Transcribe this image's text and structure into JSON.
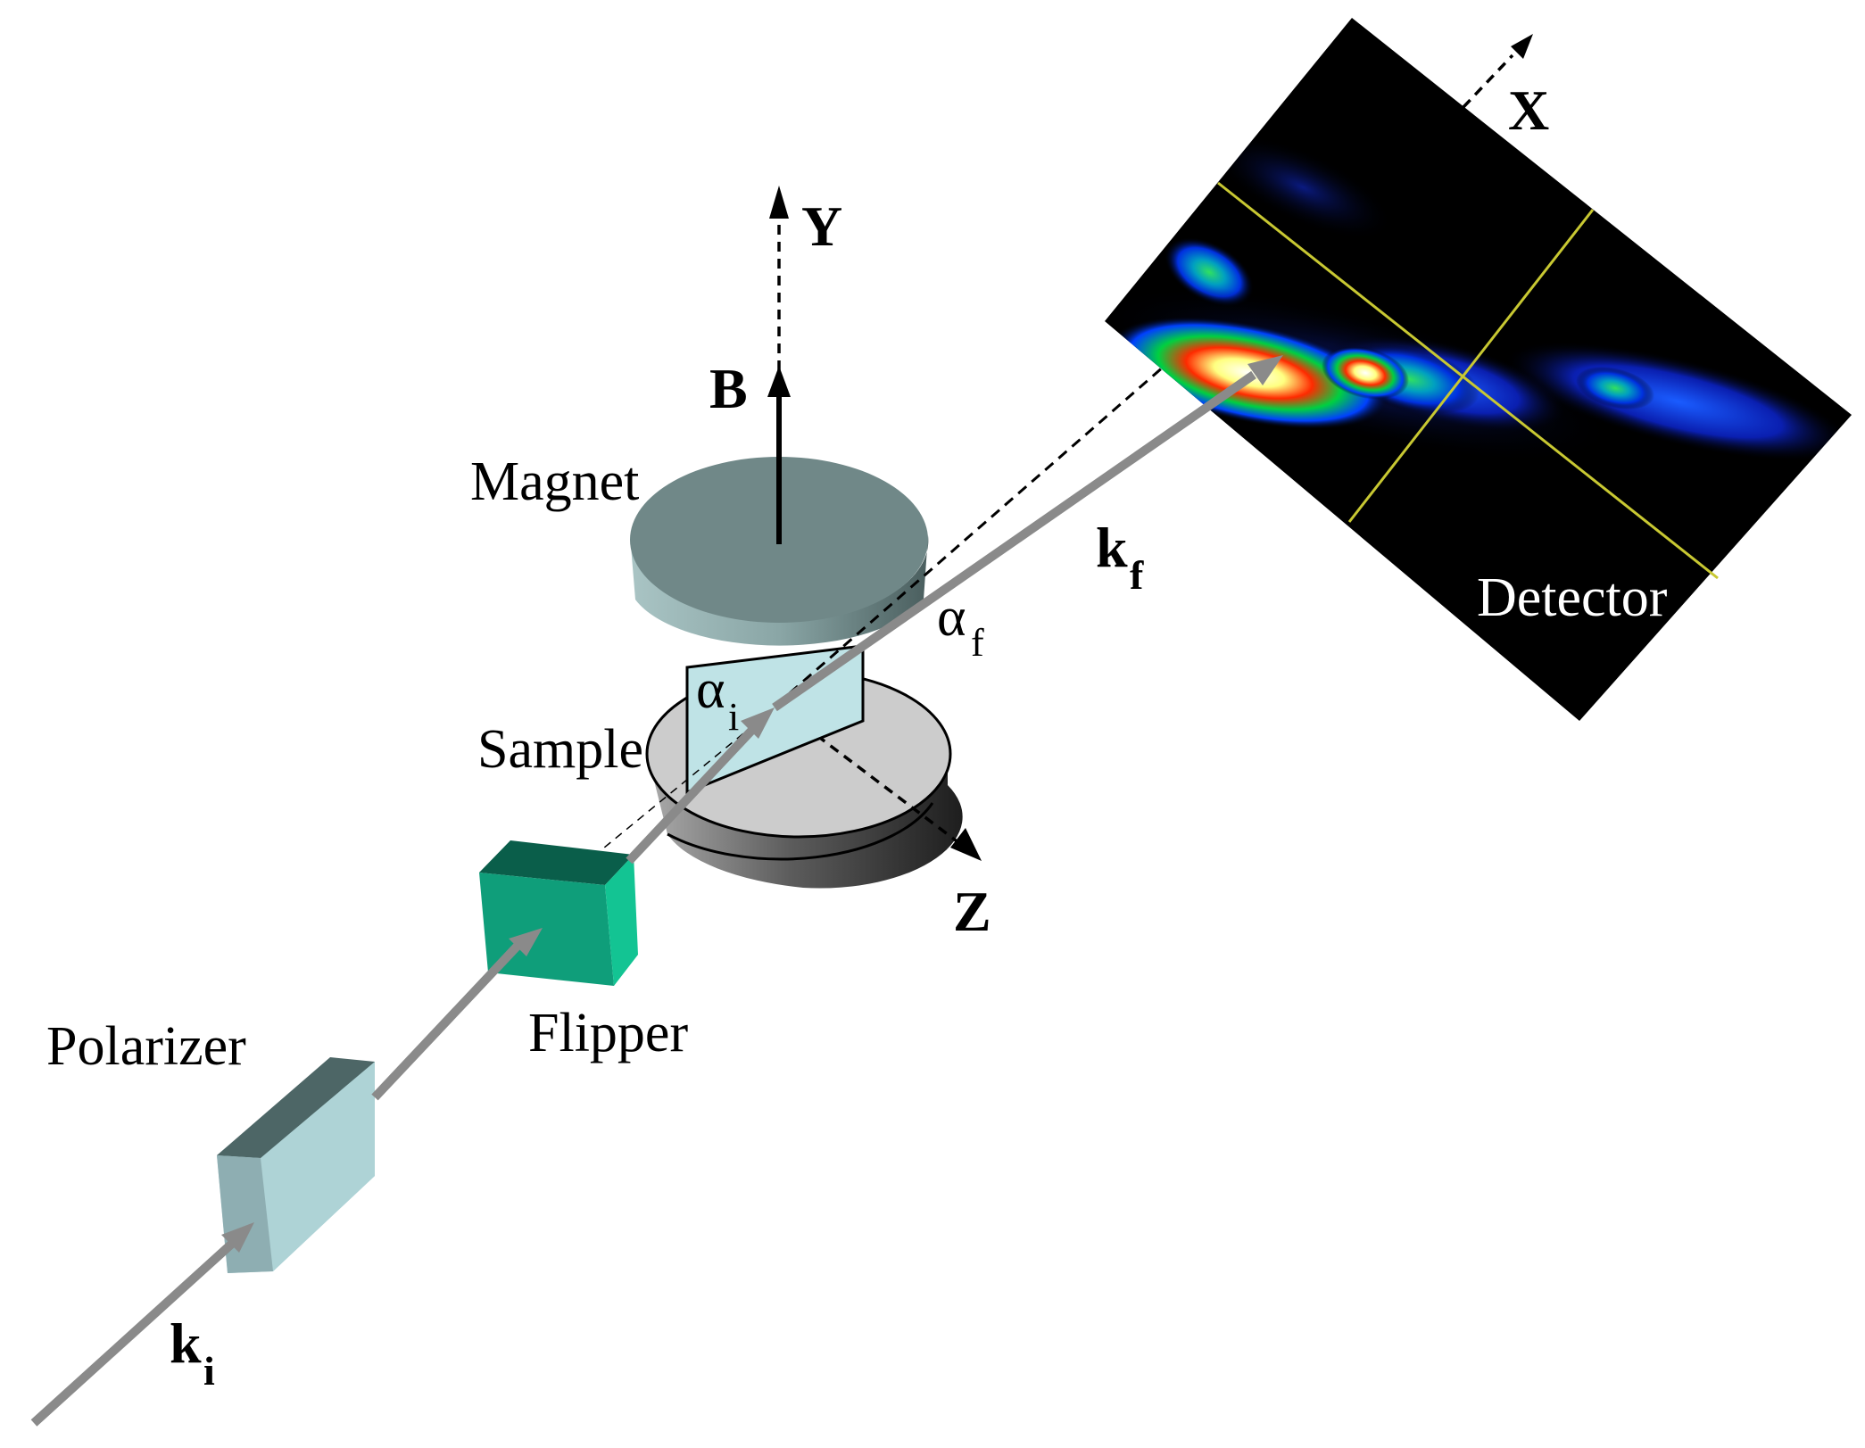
{
  "labels": {
    "polarizer": "Polarizer",
    "flipper": "Flipper",
    "magnet": "Magnet",
    "sample": "Sample",
    "detector": "Detector"
  },
  "axes": {
    "x": "X",
    "y": "Y",
    "z": "Z",
    "b": "B"
  },
  "vectors": {
    "k_incident": {
      "base": "k",
      "sub": "i"
    },
    "k_final": {
      "base": "k",
      "sub": "f"
    }
  },
  "angles": {
    "alpha_incident": {
      "base": "α",
      "sub": "i"
    },
    "alpha_final": {
      "base": "α",
      "sub": "f"
    }
  },
  "colors": {
    "beam": "#8a8a8a",
    "polarizer_front": "#aed3d6",
    "polarizer_top": "#4d6666",
    "flipper_front": "#0f9e7a",
    "flipper_top": "#0a5e4a",
    "flipper_side": "#13c493",
    "magnet_top": "#708888",
    "sample_plate": "#bfe3e6",
    "base_disk": "#cccccc",
    "detector_bg": "#000000",
    "detector_grid": "#c8c832"
  }
}
